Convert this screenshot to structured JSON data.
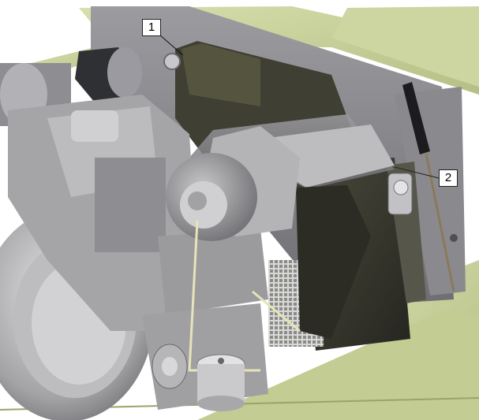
{
  "callouts": [
    {
      "label": "1",
      "part": "radiator-header-tank"
    },
    {
      "label": "2",
      "part": "fan-shroud"
    }
  ],
  "colors": {
    "frame": "#c8d19a",
    "enclosure": "#8e8e92",
    "engine": "#a7a7aa",
    "radiator": "#3a3a30",
    "shroud": "#bdbdc0"
  }
}
